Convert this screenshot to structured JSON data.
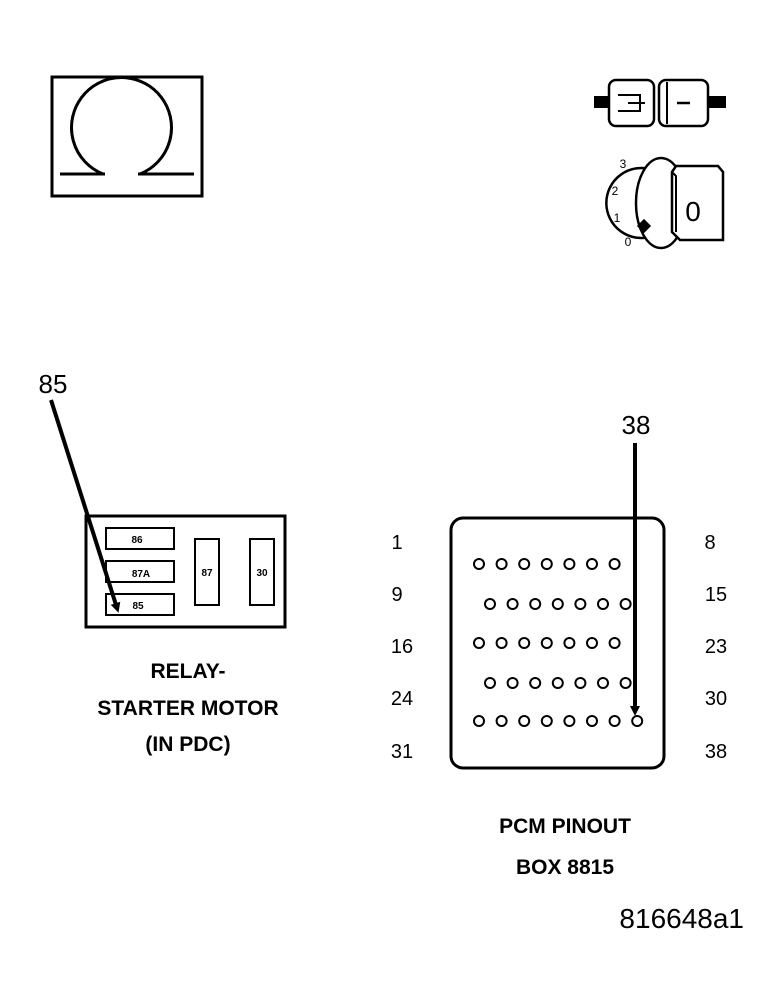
{
  "ignition_key": {
    "positions": [
      "3",
      "2",
      "1",
      "0"
    ],
    "key_label": "0"
  },
  "relay": {
    "callout": "85",
    "pins": {
      "p86": "86",
      "p87a": "87A",
      "p85": "85",
      "p87": "87",
      "p30": "30"
    },
    "caption": [
      "RELAY-",
      "STARTER MOTOR",
      "(IN PDC)"
    ]
  },
  "pcm": {
    "callout": "38",
    "rows": [
      {
        "left": "1",
        "right": "8",
        "pins": 7
      },
      {
        "left": "9",
        "right": "15",
        "pins": 7
      },
      {
        "left": "16",
        "right": "23",
        "pins": 7
      },
      {
        "left": "24",
        "right": "30",
        "pins": 7
      },
      {
        "left": "31",
        "right": "38",
        "pins": 8
      }
    ],
    "caption": [
      "PCM PINOUT",
      "BOX 8815"
    ]
  },
  "figure_id": "816648a1"
}
